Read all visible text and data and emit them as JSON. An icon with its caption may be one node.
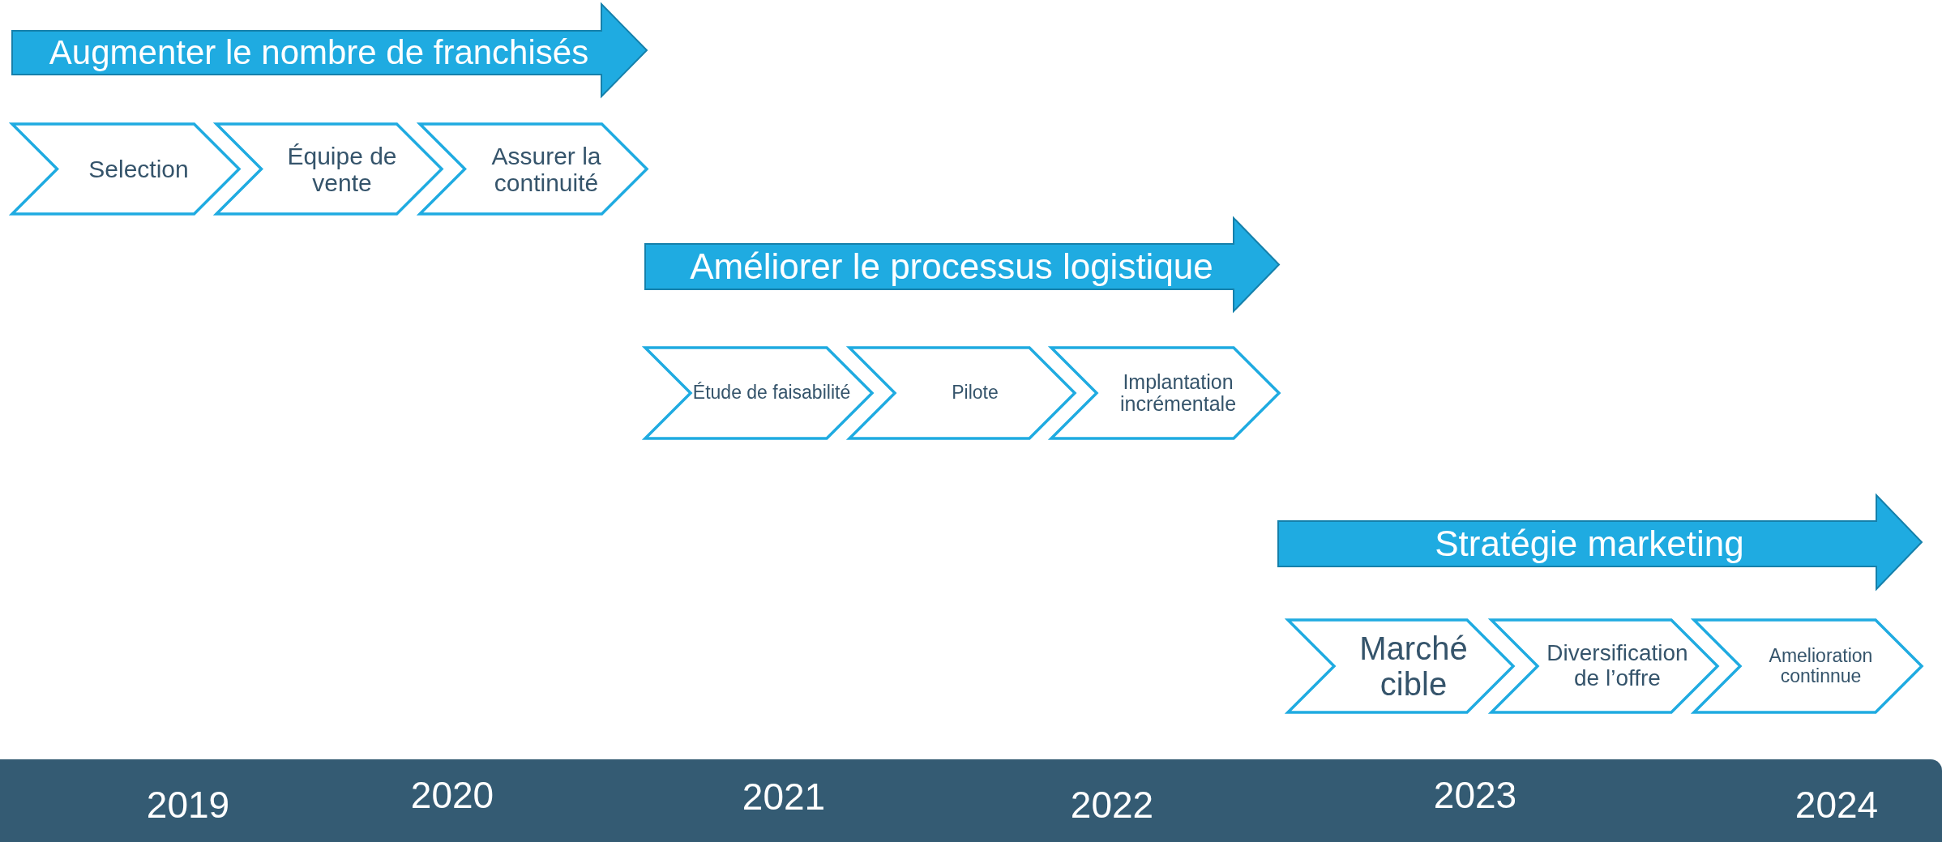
{
  "diagram": {
    "nodes": [
      {
        "text": [
          "Augmenter le nombre de franchisés"
        ]
      },
      {
        "text": [
          "Selection"
        ]
      },
      {
        "text": [
          "Équipe de vente"
        ]
      },
      {
        "text": [
          "Assurer la continuité"
        ]
      },
      {
        "text": [
          "Améliorer le processus logistique"
        ]
      },
      {
        "text": [
          "Étude de faisabilité"
        ]
      },
      {
        "text": [
          "Pilote"
        ]
      },
      {
        "text": [
          "Implantation incrémentale"
        ]
      },
      {
        "text": [
          "Stratégie marketing"
        ]
      },
      {
        "text": [
          "Marché cible"
        ]
      },
      {
        "text": [
          "Diversification de l’offre"
        ]
      },
      {
        "text": [
          "Amelioration continnue"
        ]
      }
    ],
    "labels": [
      "2019",
      "2020",
      "2021",
      "2022",
      "2023",
      "2024"
    ]
  }
}
